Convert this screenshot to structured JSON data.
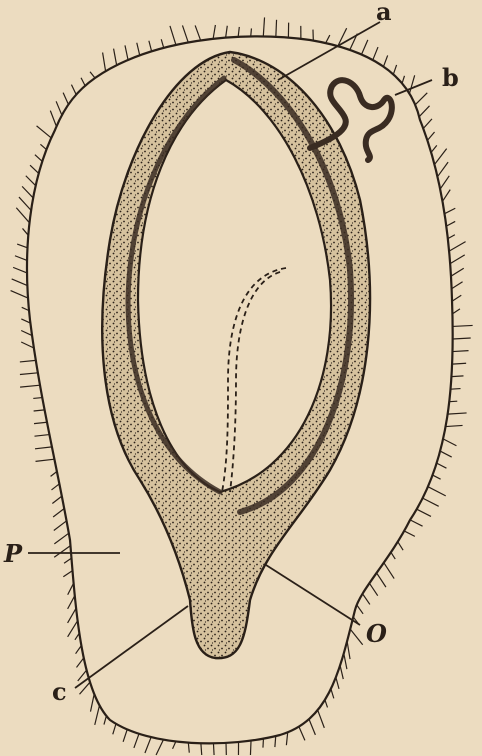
{
  "figure": {
    "labels": {
      "a": "a",
      "b": "b",
      "c": "c",
      "o": "O",
      "p": "P"
    }
  },
  "colors": {
    "paper": "#ecdcc0",
    "ink": "#2a2018",
    "stipple_fill": "#d9c6a4",
    "band": "#3a2c22"
  }
}
